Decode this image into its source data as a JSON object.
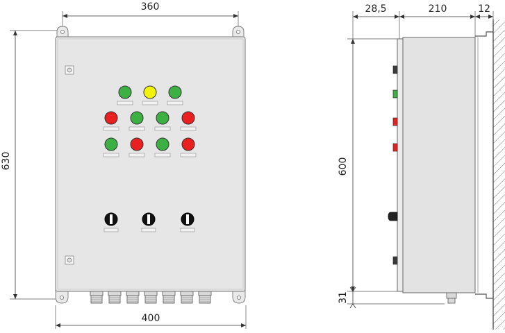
{
  "front_view": {
    "dimensions": {
      "top_width": "360",
      "bottom_width": "400",
      "height": "630"
    },
    "lamps": [
      [
        "#3cb043",
        "#f2f20a",
        "#3cb043"
      ],
      [
        "#e82020",
        "#3cb043",
        "#3cb043",
        "#e82020"
      ],
      [
        "#3cb043",
        "#e82020",
        "#3cb043",
        "#e82020"
      ]
    ],
    "selector_switch_count": 3,
    "cable_gland_count": 7
  },
  "side_view": {
    "dimensions": {
      "door_depth": "28,5",
      "body_depth": "210",
      "bracket": "12",
      "height": "600",
      "bottom": "31"
    },
    "indicator_colors": [
      "#3a3a3a",
      "#3cb043",
      "#e82020",
      "#e82020"
    ]
  },
  "colors": {
    "enclosure": "#e6e6e6",
    "green": "#3cb043",
    "yellow": "#f2f20a",
    "red": "#e82020"
  }
}
